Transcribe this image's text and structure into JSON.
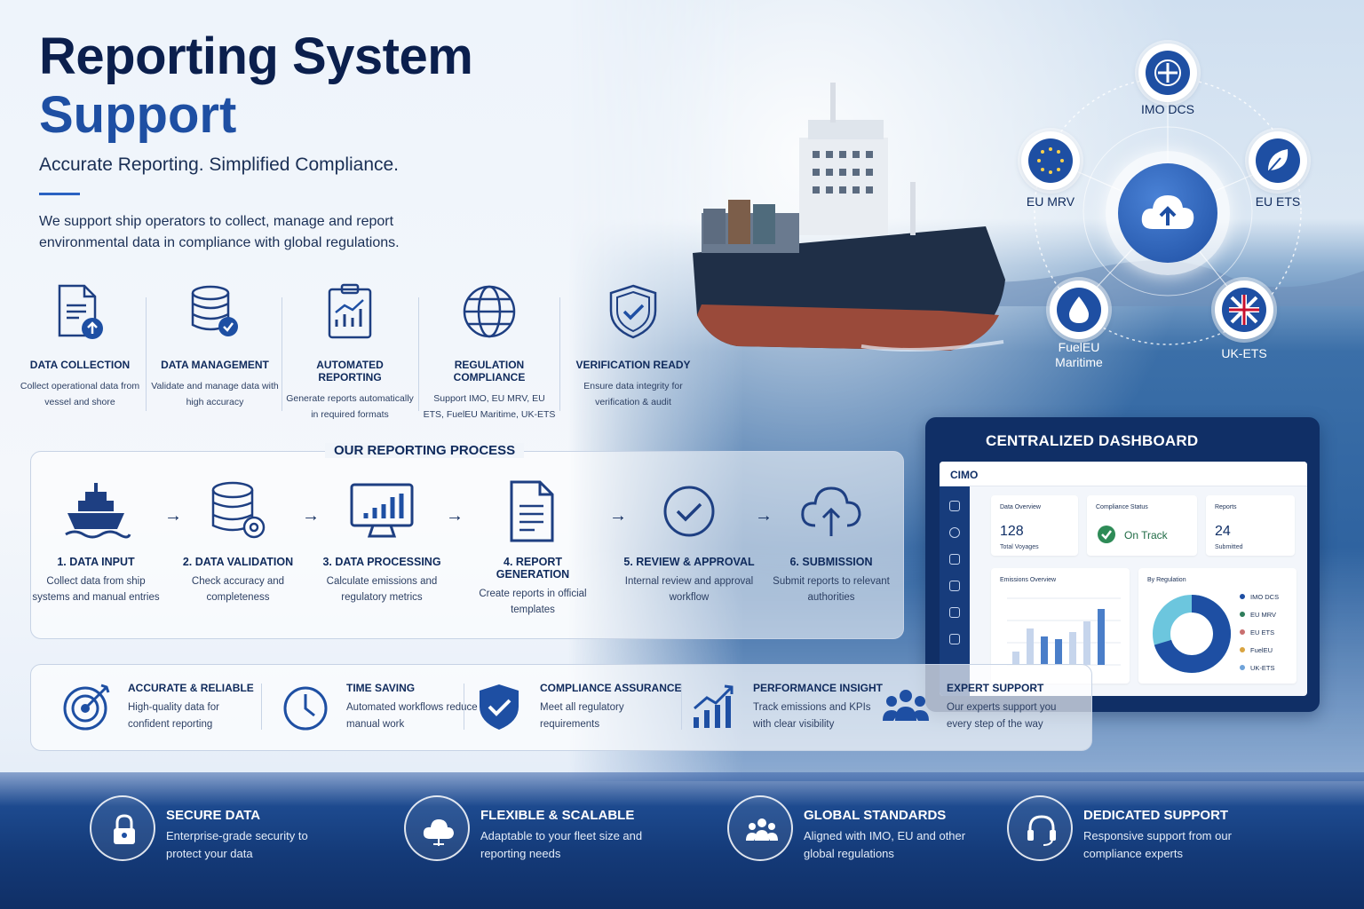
{
  "header": {
    "title_line1": "Reporting System",
    "title_line2": "Support",
    "tagline": "Accurate Reporting. Simplified Compliance.",
    "intro": "We support ship operators to collect, manage and report environmental data in compliance with global regulations."
  },
  "features": [
    {
      "icon": "document-upload-icon",
      "title": "DATA COLLECTION",
      "desc": "Collect operational data from vessel and shore"
    },
    {
      "icon": "database-check-icon",
      "title": "DATA MANAGEMENT",
      "desc": "Validate and manage data with high accuracy"
    },
    {
      "icon": "clipboard-chart-icon",
      "title": "AUTOMATED REPORTING",
      "desc": "Generate reports automatically in required formats"
    },
    {
      "icon": "globe-icon",
      "title": "REGULATION COMPLIANCE",
      "desc": "Support IMO, EU MRV, EU ETS, FuelEU Maritime, UK-ETS"
    },
    {
      "icon": "shield-check-icon",
      "title": "VERIFICATION READY",
      "desc": "Ensure data integrity for verification & audit"
    }
  ],
  "regulations": {
    "imo": "IMO DCS",
    "eumrv": "EU MRV",
    "euets": "EU ETS",
    "fueleu_line1": "FuelEU",
    "fueleu_line2": "Maritime",
    "uk": "UK-ETS"
  },
  "process": {
    "title": "OUR REPORTING PROCESS",
    "steps": [
      {
        "icon": "ship-icon",
        "title": "1. DATA INPUT",
        "desc": "Collect data from ship systems and manual entries"
      },
      {
        "icon": "database-gear-icon",
        "title": "2. DATA VALIDATION",
        "desc": "Check accuracy and completeness"
      },
      {
        "icon": "monitor-chart-icon",
        "title": "3. DATA PROCESSING",
        "desc": "Calculate emissions and regulatory metrics"
      },
      {
        "icon": "document-icon",
        "title": "4. REPORT GENERATION",
        "desc": "Create reports in official templates"
      },
      {
        "icon": "check-circle-icon",
        "title": "5. REVIEW & APPROVAL",
        "desc": "Internal review and approval workflow"
      },
      {
        "icon": "cloud-upload-icon",
        "title": "6. SUBMISSION",
        "desc": "Submit reports to relevant authorities"
      }
    ]
  },
  "dashboard": {
    "title": "CENTRALIZED DASHBOARD",
    "logo": "CIMO",
    "cards": {
      "overview_label": "Data Overview",
      "overview_value": "128",
      "overview_sub": "Total Voyages",
      "compliance_label": "Compliance Status",
      "compliance_value": "On Track",
      "reports_label": "Reports",
      "reports_value": "24",
      "reports_sub": "Submitted"
    },
    "emissions_label": "Emissions Overview",
    "regulation_label": "By Regulation",
    "legend": [
      {
        "name": "IMO DCS",
        "color": "#1e4fa3"
      },
      {
        "name": "EU MRV",
        "color": "#2e7d5b"
      },
      {
        "name": "EU ETS",
        "color": "#c96f6f"
      },
      {
        "name": "FuelEU",
        "color": "#d9a441"
      },
      {
        "name": "UK-ETS",
        "color": "#6fa3d9"
      }
    ]
  },
  "benefits": [
    {
      "icon": "target-icon",
      "title": "ACCURATE & RELIABLE",
      "desc": "High-quality data for confident reporting"
    },
    {
      "icon": "clock-icon",
      "title": "TIME SAVING",
      "desc": "Automated workflows reduce manual work"
    },
    {
      "icon": "shield-check-icon",
      "title": "COMPLIANCE ASSURANCE",
      "desc": "Meet all regulatory requirements"
    },
    {
      "icon": "growth-chart-icon",
      "title": "PERFORMANCE INSIGHT",
      "desc": "Track emissions and KPIs with clear visibility"
    },
    {
      "icon": "team-icon",
      "title": "EXPERT SUPPORT",
      "desc": "Our experts support you every step of the way"
    }
  ],
  "bottom": [
    {
      "icon": "lock-icon",
      "title": "SECURE DATA",
      "desc": "Enterprise-grade security to protect your data"
    },
    {
      "icon": "cloud-icon",
      "title": "FLEXIBLE & SCALABLE",
      "desc": "Adaptable to your fleet size and reporting needs"
    },
    {
      "icon": "people-icon",
      "title": "GLOBAL STANDARDS",
      "desc": "Aligned with IMO, EU and other global regulations"
    },
    {
      "icon": "headset-icon",
      "title": "DEDICATED SUPPORT",
      "desc": "Responsive support from our compliance experts"
    }
  ],
  "colors": {
    "navy": "#0f2a5c",
    "accent": "#1e4fa3",
    "band": "#143a78"
  }
}
